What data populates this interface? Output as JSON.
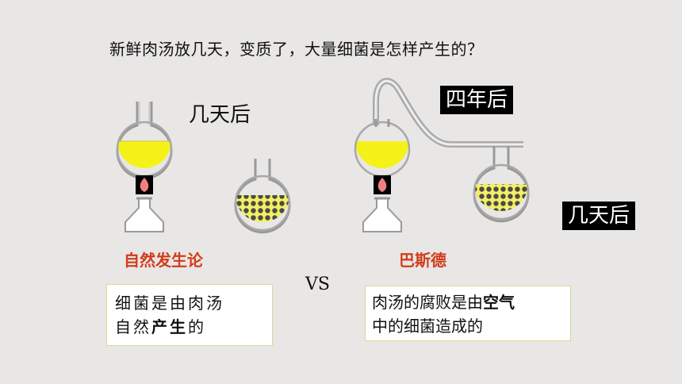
{
  "question": "新鲜肉汤放几天，变质了，大量细菌是怎样产生的？",
  "left": {
    "time_label": "几天后",
    "theory": "自然发生论",
    "explanation_line1": "细菌是由肉汤",
    "explanation_line2_a": "自然",
    "explanation_line2_b": "产生",
    "explanation_line2_c": "的"
  },
  "vs": "VS",
  "right": {
    "time_label_1": "四年后",
    "time_label_2": "几天后",
    "theory": "巴斯德",
    "explanation_line1_a": "肉汤的腐败是由",
    "explanation_line1_b": "空气",
    "explanation_line2": "中的细菌造成的"
  },
  "colors": {
    "broth": "#f5f21a",
    "flame": "#f08080",
    "theory_text": "#d23c1a"
  }
}
